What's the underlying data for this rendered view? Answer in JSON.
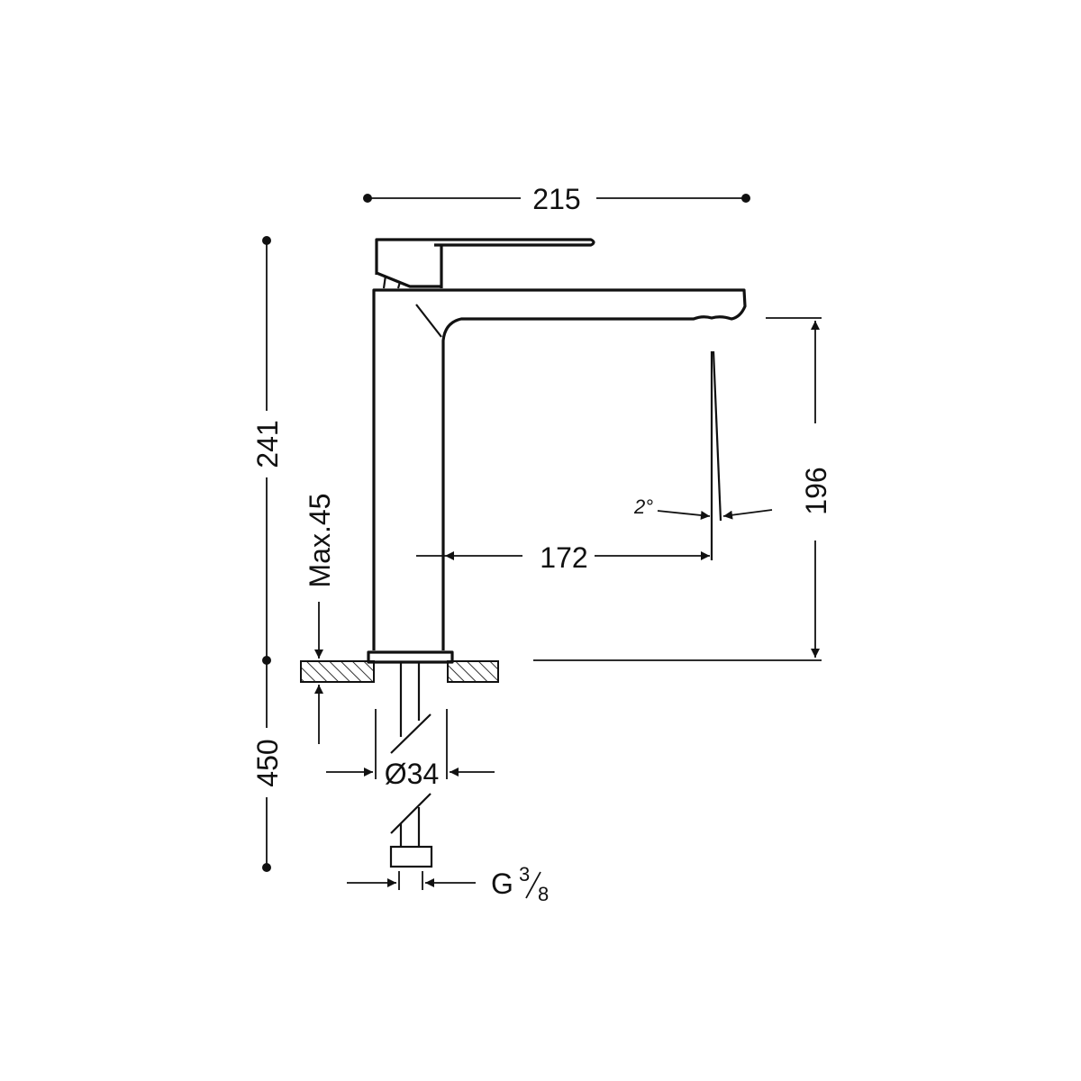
{
  "dimensions": {
    "overall_width": "215",
    "overall_height": "241",
    "spout_height": "196",
    "spout_reach": "172",
    "flow_angle": "2°",
    "max_counter_thickness": "Max.45",
    "hose_length": "450",
    "base_diameter": "Ø34",
    "connection_thread": "G",
    "thread_num": "3",
    "thread_den": "8"
  },
  "colors": {
    "line": "#111111",
    "background": "#ffffff"
  }
}
